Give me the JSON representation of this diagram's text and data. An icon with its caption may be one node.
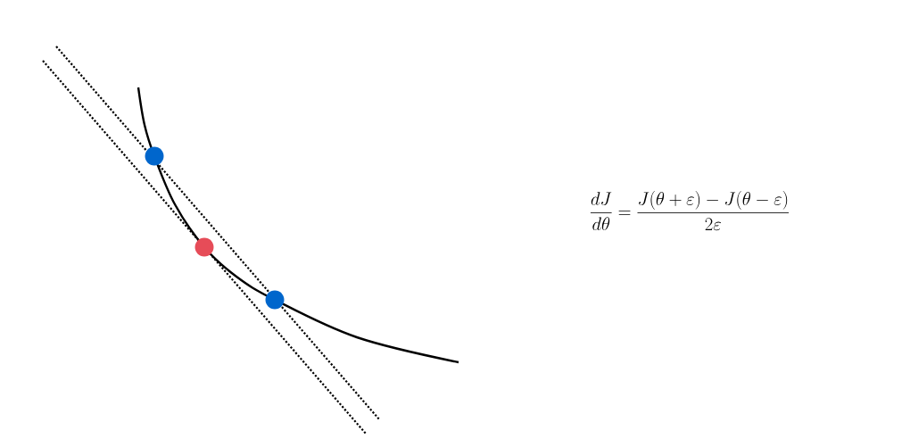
{
  "diagram": {
    "nodes": [
      {
        "text": [],
        "shape": "circle"
      },
      {
        "text": [],
        "shape": "circle"
      },
      {
        "text": [],
        "shape": "circle"
      }
    ],
    "labels": [
      "\\frac{dJ}{d\\theta}=\\frac{J(\\theta+\\varepsilon)-J(\\theta-\\varepsilon)}{2\\varepsilon}"
    ]
  }
}
